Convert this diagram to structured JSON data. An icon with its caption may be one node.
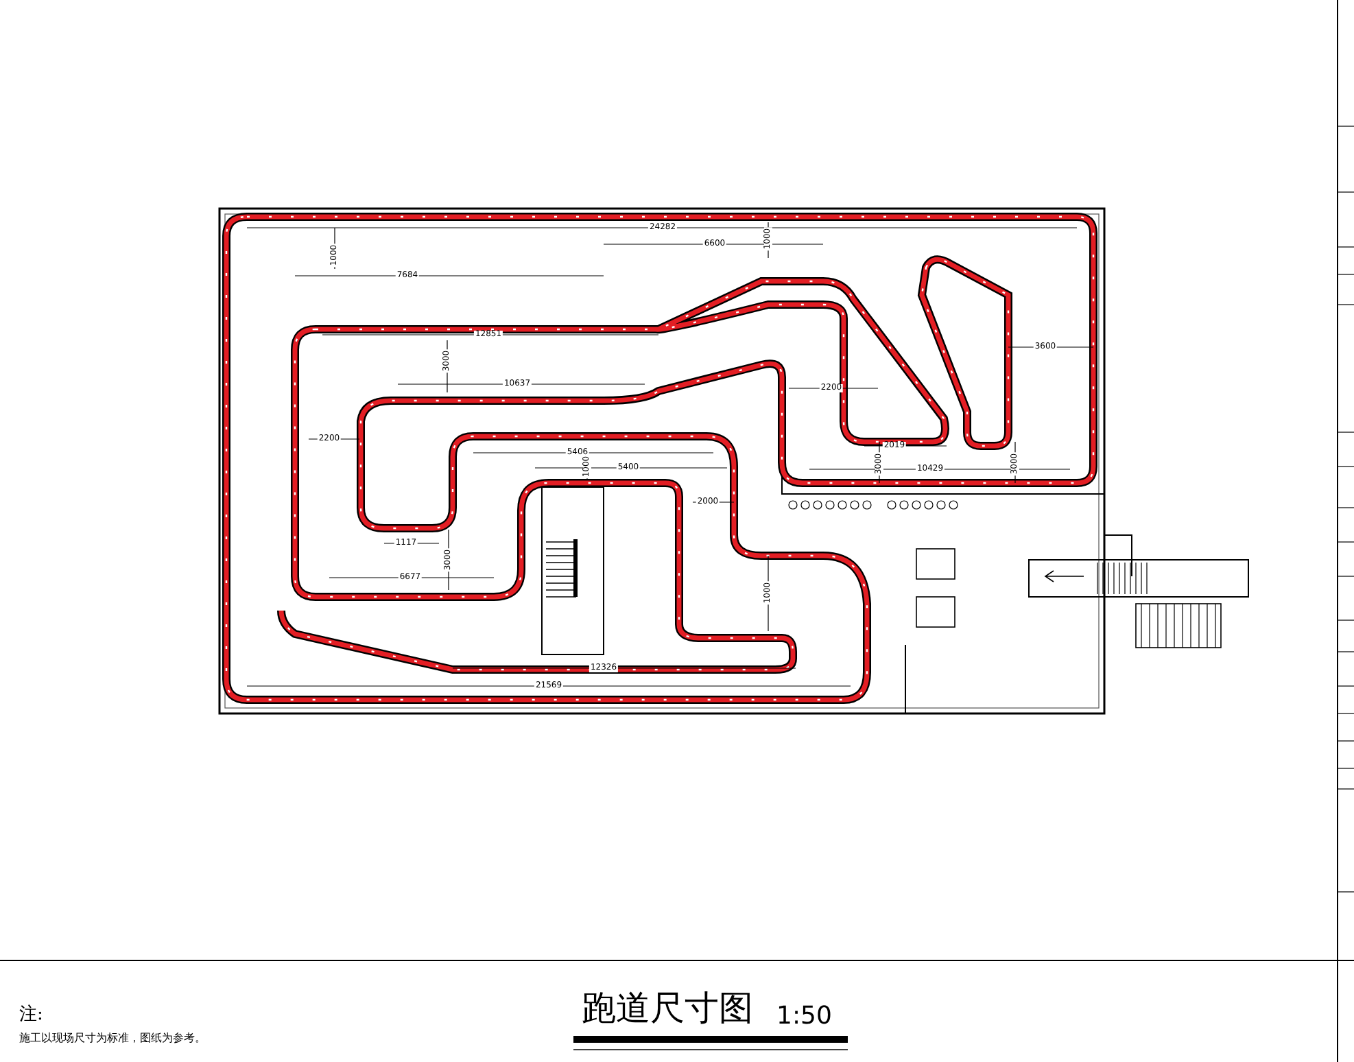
{
  "diagram": {
    "title": "跑道尺寸图",
    "labels": [
      "24282",
      "1000",
      "7684",
      "6600",
      "1000",
      "12851",
      "3000",
      "10637",
      "2200",
      "3600",
      "2200",
      "5406",
      "2019",
      "3000",
      "10429",
      "3000",
      "1000",
      "5400",
      "2000",
      "1117",
      "3000",
      "6677",
      "1000",
      "12326",
      "21569",
      "1:50",
      "注:",
      "施工以现场尺寸为标准，图纸为参考。"
    ]
  }
}
